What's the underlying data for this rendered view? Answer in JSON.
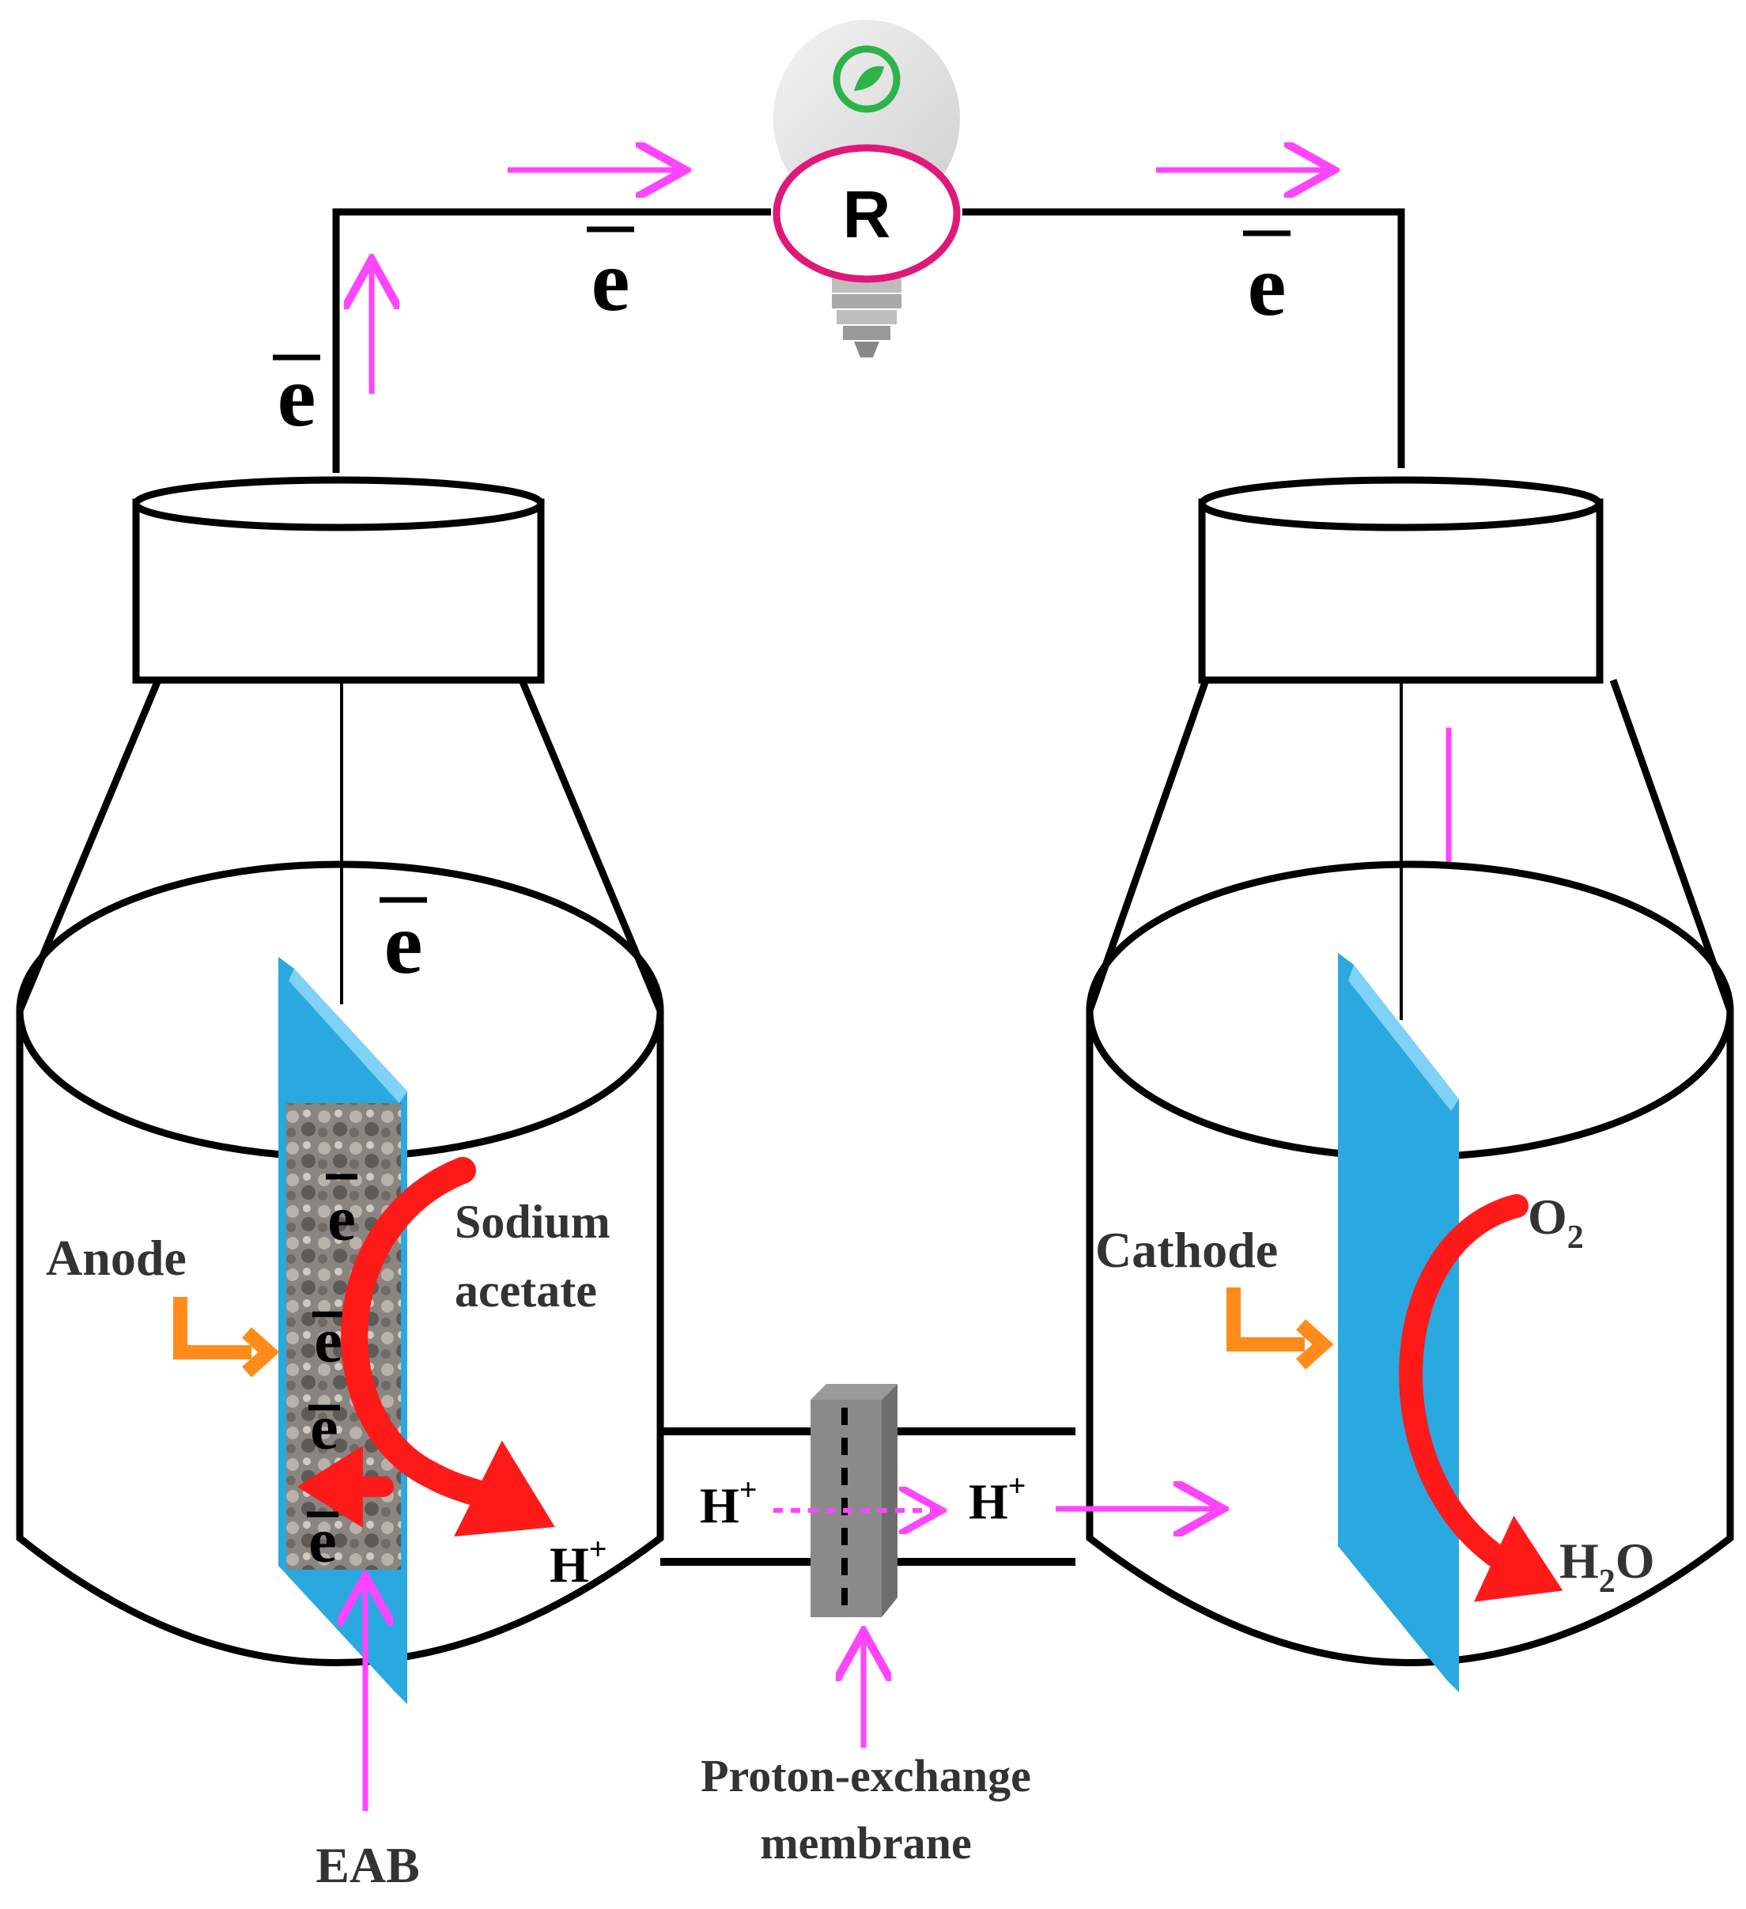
{
  "resistor": {
    "label": "R"
  },
  "electron": {
    "symbol": "e"
  },
  "labels": {
    "anode": "Anode",
    "cathode": "Cathode",
    "sodium_line1": "Sodium",
    "sodium_line2": "acetate",
    "eab": "EAB",
    "membrane_line1": "Proton-exchange",
    "membrane_line2": "membrane",
    "o2_main": "O",
    "o2_sub": "2",
    "h2o_h": "H",
    "h2o_sub": "2",
    "h2o_o": "O",
    "h": "H",
    "plus": "+"
  },
  "colors": {
    "arrow_magenta": "#ff44ff",
    "arrow_red": "#ff1a1a",
    "arrow_orange": "#ff8c1a",
    "electrode_blue": "#2aa8e0",
    "resistor_ring": "#e0187a"
  },
  "icons": [
    "light-bulb-icon"
  ]
}
